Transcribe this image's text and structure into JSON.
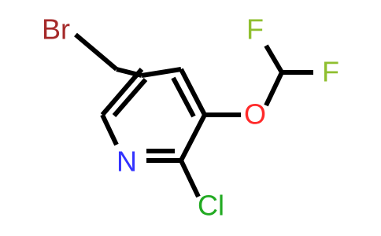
{
  "molecule": {
    "atoms": {
      "br": "Br",
      "n": "N",
      "cl": "Cl",
      "o": "O",
      "f1": "F",
      "f2": "F"
    },
    "colors": {
      "br": "#a52a2a",
      "n": "#3333ff",
      "cl": "#22aa22",
      "o": "#ff2a2a",
      "f": "#8fbf2f"
    }
  }
}
